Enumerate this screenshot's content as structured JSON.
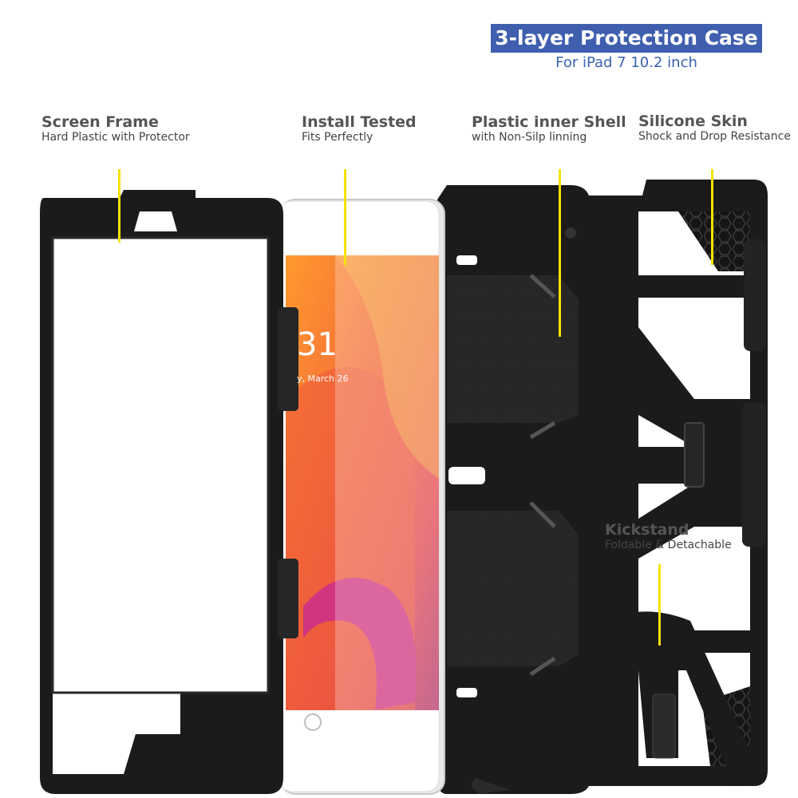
{
  "banner": {
    "title": "3-layer Protection Case",
    "subtitle": "For iPad 7 10.2 inch",
    "color": "#3f5fae"
  },
  "labels": {
    "screen_frame": {
      "title": "Screen Frame",
      "subtitle": "Hard Plastic with Protector"
    },
    "install_tested": {
      "title": "Install Tested",
      "subtitle": "Fits Perfectly"
    },
    "inner_shell": {
      "title": "Plastic inner Shell",
      "subtitle": "with Non-Silp linning"
    },
    "silicone_skin": {
      "title": "Silicone Skin",
      "subtitle": "Shock and Drop Resistance"
    },
    "kickstand": {
      "title": "Kickstand",
      "subtitle": "Foldable & Detachable"
    }
  },
  "ipad_screen": {
    "time": "31",
    "date": "y, March 26"
  },
  "colors": {
    "case_black": "#1b1b1b",
    "leader_line": "#f4e300",
    "wallpaper_orange": "#f2673a"
  }
}
